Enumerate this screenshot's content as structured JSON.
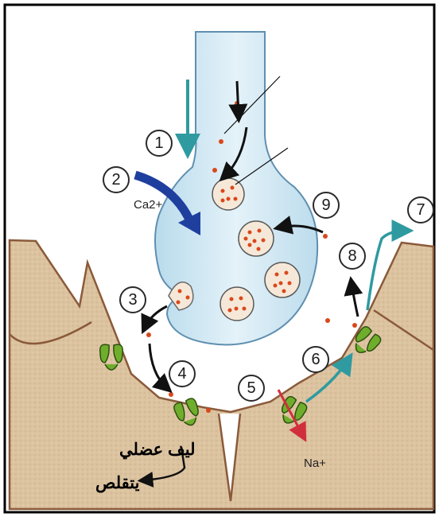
{
  "diagram": {
    "step_numbers": [
      "1",
      "2",
      "3",
      "4",
      "5",
      "6",
      "7",
      "8",
      "9"
    ],
    "labels": {
      "calcium": "Ca2+",
      "sodium": "Na+",
      "muscle_fiber": "ليف عضلي",
      "contracts": "يتقلص"
    },
    "colors": {
      "axon_terminal": "#cfe6f2",
      "axon_outline": "#5f8fb0",
      "muscle_tissue": "#dcc3a0",
      "muscle_outline": "#8a5a3a",
      "vesicle": "#f6e8d8",
      "neurotransmitter": "#d9481c",
      "receptor": "#6fae2c",
      "calcium_arrow": "#1f3f9f",
      "teal_arrow": "#2f9aa0",
      "sodium_arrow": "#d0303c"
    }
  }
}
